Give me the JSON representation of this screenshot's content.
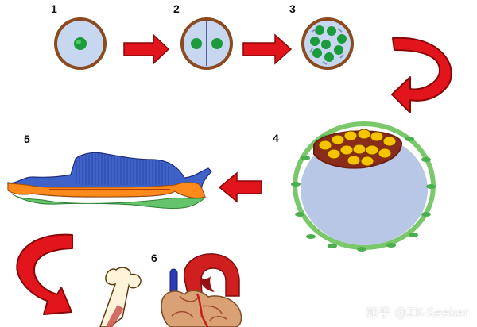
{
  "steps": [
    {
      "number": "1"
    },
    {
      "number": "2"
    },
    {
      "number": "3"
    },
    {
      "number": "4"
    },
    {
      "number": "5"
    },
    {
      "number": "6"
    }
  ],
  "watermark": "知乎 @ZK-Seeker",
  "colors": {
    "arrow_red": "#e3151c",
    "zona_brown": "#8b4a1f",
    "cell_fill": "#c6d7ef",
    "nucleus_green": "#1c9b3c",
    "trophoblast_green": "#79c86a",
    "blastocyst_cavity": "#b8c7e6",
    "inner_cell_mass_yellow": "#f5c400",
    "disc_blue": "#3f62c9",
    "disc_orange": "#ff8a1c",
    "heart_red": "#cf1f1f",
    "vein_blue": "#2a3bb3",
    "bone_cream": "#fff3d9"
  }
}
